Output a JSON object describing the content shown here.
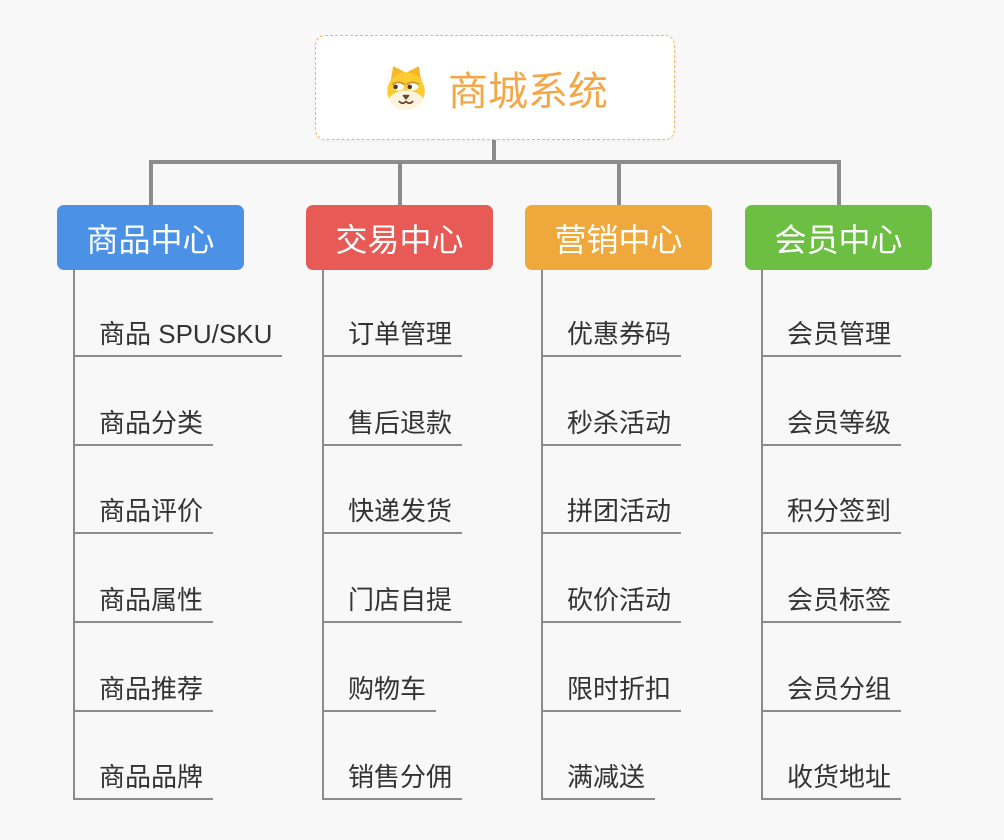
{
  "root": {
    "title": "商城系统",
    "icon": "dog-face-icon",
    "title_color": "#F2A848",
    "border_color": "#F0B469"
  },
  "connector_color": "#8C8C8C",
  "branches": [
    {
      "label": "商品中心",
      "color": "#4B92E7",
      "children": [
        "商品 SPU/SKU",
        "商品分类",
        "商品评价",
        "商品属性",
        "商品推荐",
        "商品品牌"
      ]
    },
    {
      "label": "交易中心",
      "color": "#E85A55",
      "children": [
        "订单管理",
        "售后退款",
        "快递发货",
        "门店自提",
        "购物车",
        "销售分佣"
      ]
    },
    {
      "label": "营销中心",
      "color": "#EFA83B",
      "children": [
        "优惠券码",
        "秒杀活动",
        "拼团活动",
        "砍价活动",
        "限时折扣",
        "满减送"
      ]
    },
    {
      "label": "会员中心",
      "color": "#6CBF43",
      "children": [
        "会员管理",
        "会员等级",
        "积分签到",
        "会员标签",
        "会员分组",
        "收货地址"
      ]
    }
  ]
}
